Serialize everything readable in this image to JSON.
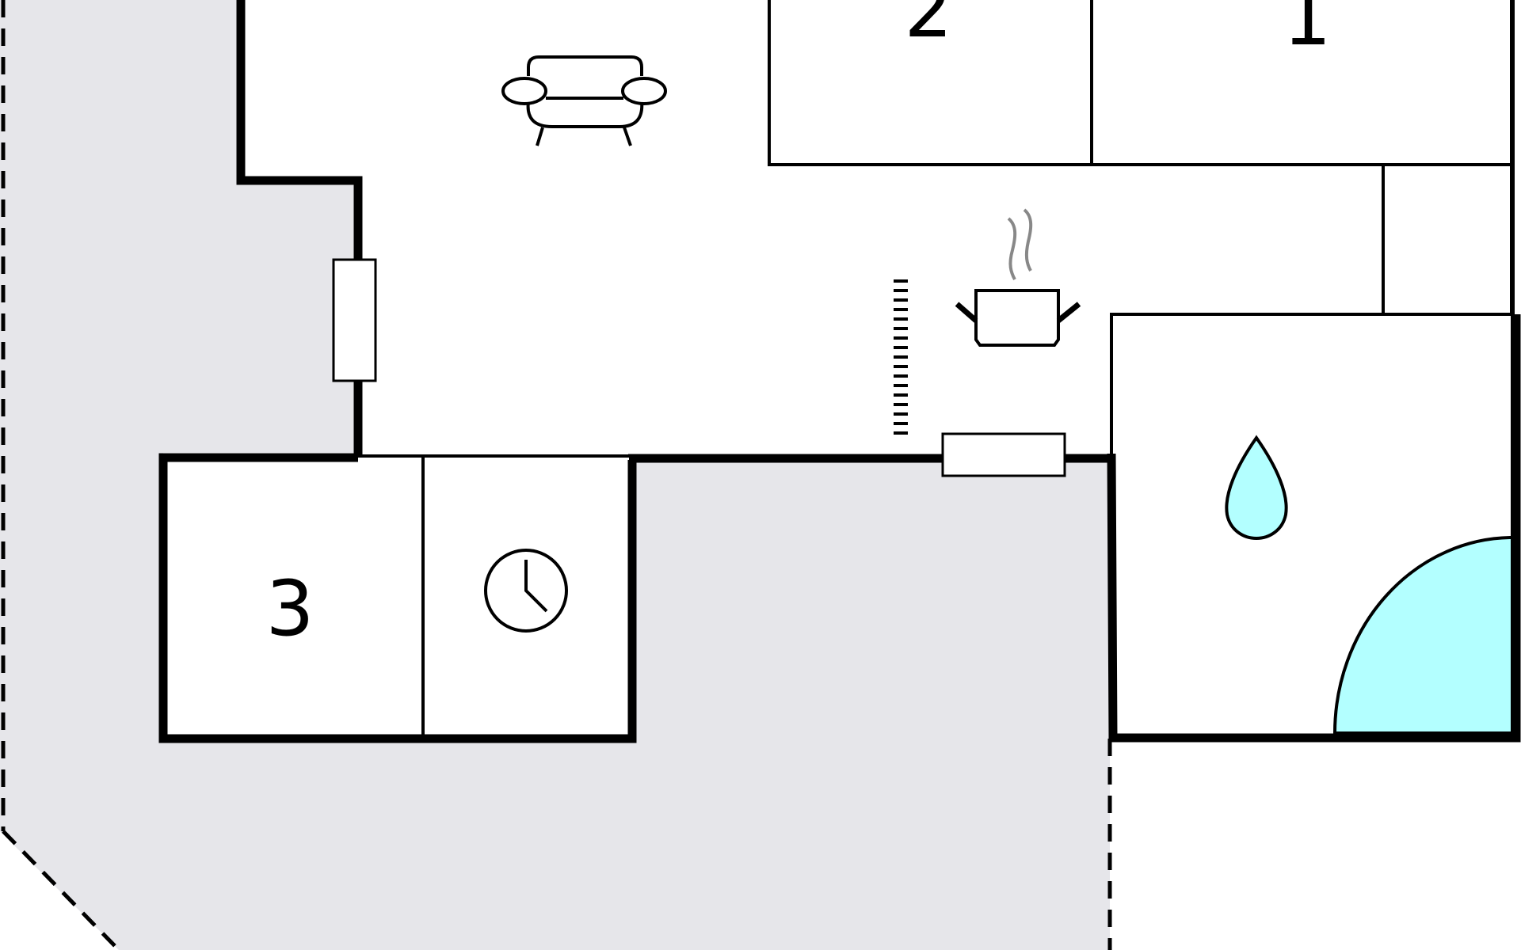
{
  "rooms": [
    {
      "id": "room-2",
      "label": "2"
    },
    {
      "id": "room-1",
      "label": "1"
    },
    {
      "id": "room-3",
      "label": "3"
    }
  ],
  "icons": [
    "sofa-icon",
    "cooking-pot-icon",
    "water-drop-icon",
    "clock-icon",
    "shower-icon"
  ],
  "colors": {
    "wall": "#000000",
    "outside_area": "#e6e6ea",
    "water": "#b3ffff",
    "steam": "#888888"
  }
}
